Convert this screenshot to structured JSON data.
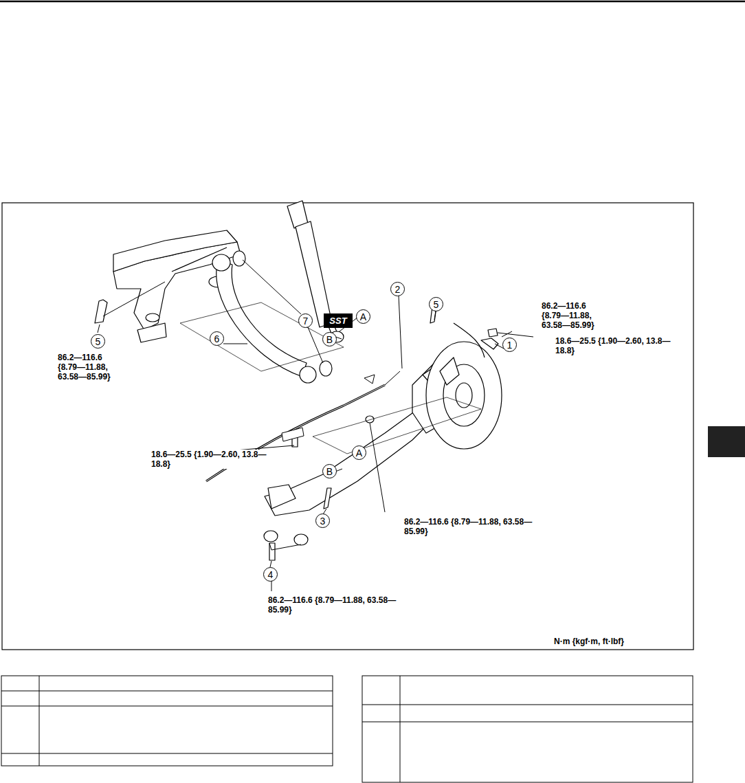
{
  "diagram": {
    "nodes": [
      {
        "text": [
          "2"
        ]
      },
      {
        "text": [
          "5"
        ]
      },
      {
        "text": [
          "A"
        ]
      },
      {
        "text": [
          "SST"
        ]
      },
      {
        "text": [
          "7"
        ]
      },
      {
        "text": [
          "B"
        ]
      },
      {
        "text": [
          "6"
        ]
      },
      {
        "text": [
          "5"
        ]
      },
      {
        "text": [
          "1"
        ]
      },
      {
        "text": [
          "A"
        ]
      },
      {
        "text": [
          "B"
        ]
      },
      {
        "text": [
          "3"
        ]
      },
      {
        "text": [
          "4"
        ]
      }
    ],
    "labels": [
      "86.2—116.6 {8.79—11.88, 63.58—85.99}",
      "18.6—25.5 {1.90—2.60, 13.8—18.8}",
      "86.2—116.6 {8.79—11.88, 63.58—85.99}",
      "18.6—25.5 {1.90—2.60, 13.8—18.8}",
      "86.2—116.6 {8.79—11.88, 63.58—85.99}",
      "86.2—116.6 {8.79—11.88, 63.58—85.99}",
      "N·m {kgf·m, ft·lbf}"
    ]
  }
}
